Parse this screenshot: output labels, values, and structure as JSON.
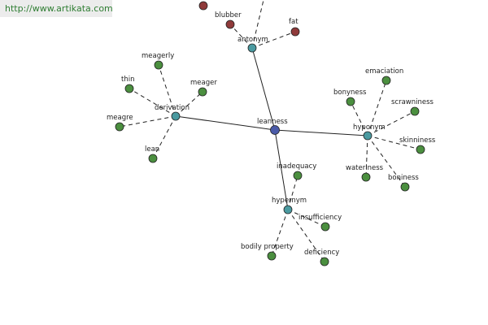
{
  "watermark": "http://www.artikata.com",
  "colors": {
    "center": "#4a5aa8",
    "relation": "#4a9aa0",
    "synonym": "#4b8f3f",
    "antonym": "#8f3a3a"
  },
  "center": {
    "id": "leanness",
    "label": "leanness"
  },
  "relations": [
    {
      "id": "antonym",
      "label": "antonym"
    },
    {
      "id": "derivation",
      "label": "derivation"
    },
    {
      "id": "hyponym",
      "label": "hyponym"
    },
    {
      "id": "hypernym",
      "label": "hypernym"
    }
  ],
  "terms": [
    {
      "id": "blubber",
      "label": "blubber",
      "relation": "antonym",
      "kind": "antonym"
    },
    {
      "id": "fat",
      "label": "fat",
      "relation": "antonym",
      "kind": "antonym"
    },
    {
      "id": "offscreen",
      "label": "",
      "relation": "antonym",
      "kind": "antonym"
    },
    {
      "id": "meagerly",
      "label": "meagerly",
      "relation": "derivation",
      "kind": "synonym"
    },
    {
      "id": "thin",
      "label": "thin",
      "relation": "derivation",
      "kind": "synonym"
    },
    {
      "id": "meager",
      "label": "meager",
      "relation": "derivation",
      "kind": "synonym"
    },
    {
      "id": "meagre",
      "label": "meagre",
      "relation": "derivation",
      "kind": "synonym"
    },
    {
      "id": "lean",
      "label": "lean",
      "relation": "derivation",
      "kind": "synonym"
    },
    {
      "id": "emaciation",
      "label": "emaciation",
      "relation": "hyponym",
      "kind": "synonym"
    },
    {
      "id": "bonyness",
      "label": "bonyness",
      "relation": "hyponym",
      "kind": "synonym"
    },
    {
      "id": "scrawniness",
      "label": "scrawniness",
      "relation": "hyponym",
      "kind": "synonym"
    },
    {
      "id": "skinniness",
      "label": "skinniness",
      "relation": "hyponym",
      "kind": "synonym"
    },
    {
      "id": "wateriness",
      "label": "wateriness",
      "relation": "hyponym",
      "kind": "synonym"
    },
    {
      "id": "boniness",
      "label": "boniness",
      "relation": "hyponym",
      "kind": "synonym"
    },
    {
      "id": "inadequacy",
      "label": "inadequacy",
      "relation": "hypernym",
      "kind": "synonym"
    },
    {
      "id": "insufficiency",
      "label": "insufficiency",
      "relation": "hypernym",
      "kind": "synonym"
    },
    {
      "id": "bodily_property",
      "label": "bodily property",
      "relation": "hypernym",
      "kind": "synonym"
    },
    {
      "id": "deficiency",
      "label": "deficiency",
      "relation": "hypernym",
      "kind": "synonym"
    }
  ]
}
